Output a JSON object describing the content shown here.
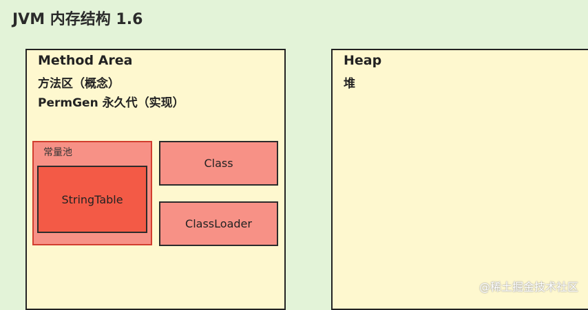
{
  "title": "JVM 内存结构 1.6",
  "method_area": {
    "name": "Method Area",
    "concept": "方法区（概念）",
    "implementation": "PermGen 永久代（实现）",
    "constant_pool": {
      "label": "常量池",
      "string_table": "StringTable"
    },
    "class": "Class",
    "class_loader": "ClassLoader"
  },
  "heap": {
    "name": "Heap",
    "sub": "堆"
  },
  "watermark": "@稀土掘金技术社区"
}
